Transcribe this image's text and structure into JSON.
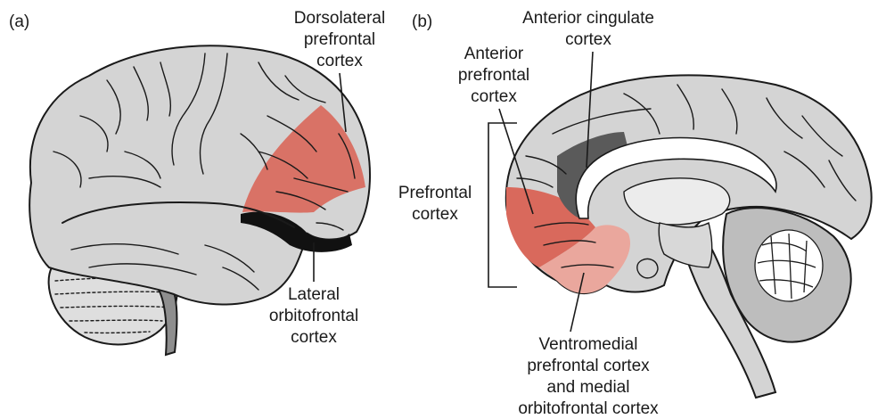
{
  "panel_a": {
    "tag": "(a)",
    "dlpfc": [
      "Dorsolateral",
      "prefrontal",
      "cortex"
    ],
    "lofc": [
      "Lateral",
      "orbitofrontal",
      "cortex"
    ]
  },
  "panel_b": {
    "tag": "(b)",
    "acc": [
      "Anterior cingulate",
      "cortex"
    ],
    "apfc": [
      "Anterior",
      "prefrontal",
      "cortex"
    ],
    "pfc": [
      "Prefrontal",
      "cortex"
    ],
    "vmpfc": [
      "Ventromedial",
      "prefrontal cortex",
      "and medial",
      "orbitofrontal cortex"
    ]
  },
  "colors": {
    "brain": "#d4d4d4",
    "outline": "#1a1a1a",
    "dlpfc": "#d9695c",
    "orbitofrontal_dark": "#111111",
    "acc": "#5a5a5a",
    "apfc": "#d9695c",
    "vmpfc": "#eaa79d"
  }
}
